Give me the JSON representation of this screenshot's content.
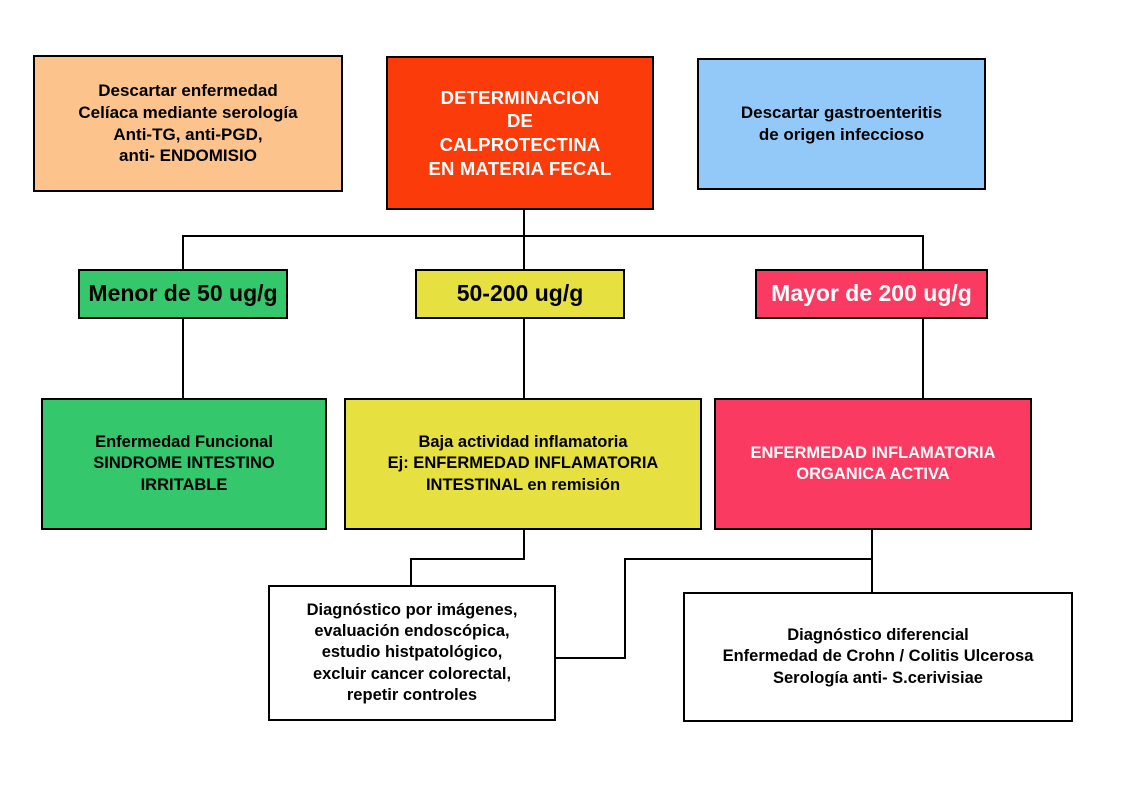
{
  "diagram": {
    "title": "Algoritmo de determinacion de calprotectina en materia fecal",
    "type": "flowchart",
    "palette": {
      "peach": "#fcc48c",
      "red": "#fb3b09",
      "blue": "#93c9f8",
      "green": "#35c76b",
      "yellow": "#e6e040",
      "pink": "#fb3a62",
      "white": "#ffffff",
      "border": "#000000"
    }
  },
  "nodes": {
    "celiaca": {
      "text": "Descartar enfermedad\nCelíaca mediante serología\nAnti-TG, anti-PGD,\nanti- ENDOMISIO",
      "color": "#fcc48c"
    },
    "calprotectina": {
      "text": "DETERMINACION\nDE\nCALPROTECTINA\nEN MATERIA FECAL",
      "color": "#fb3b09"
    },
    "gastroenteritis": {
      "text": "Descartar gastroenteritis\nde origen infeccioso",
      "color": "#93c9f8"
    },
    "menor50": {
      "text": "Menor de 50 ug/g",
      "color": "#35c76b"
    },
    "rango50a200": {
      "text": "50-200 ug/g",
      "color": "#e6e040"
    },
    "mayor200": {
      "text": "Mayor de 200 ug/g",
      "color": "#fb3a62"
    },
    "funcional": {
      "text": "Enfermedad Funcional\nSINDROME INTESTINO\nIRRITABLE",
      "color": "#35c76b"
    },
    "baja_actividad": {
      "text": "Baja actividad inflamatoria\nEj: ENFERMEDAD INFLAMATORIA\nINTESTINAL en remisión",
      "color": "#e6e040"
    },
    "organica_activa": {
      "text": "ENFERMEDAD INFLAMATORIA\nORGANICA ACTIVA",
      "color": "#fb3a62"
    },
    "estudios": {
      "text": "Diagnóstico por imágenes,\nevaluación endoscópica,\nestudio histpatológico,\nexcluir cancer colorectal,\nrepetir controles",
      "color": "#ffffff"
    },
    "diferencial": {
      "text": "Diagnóstico diferencial\nEnfermedad de Crohn / Colitis Ulcerosa\nSerología anti- S.cerivisiae",
      "color": "#ffffff"
    }
  }
}
